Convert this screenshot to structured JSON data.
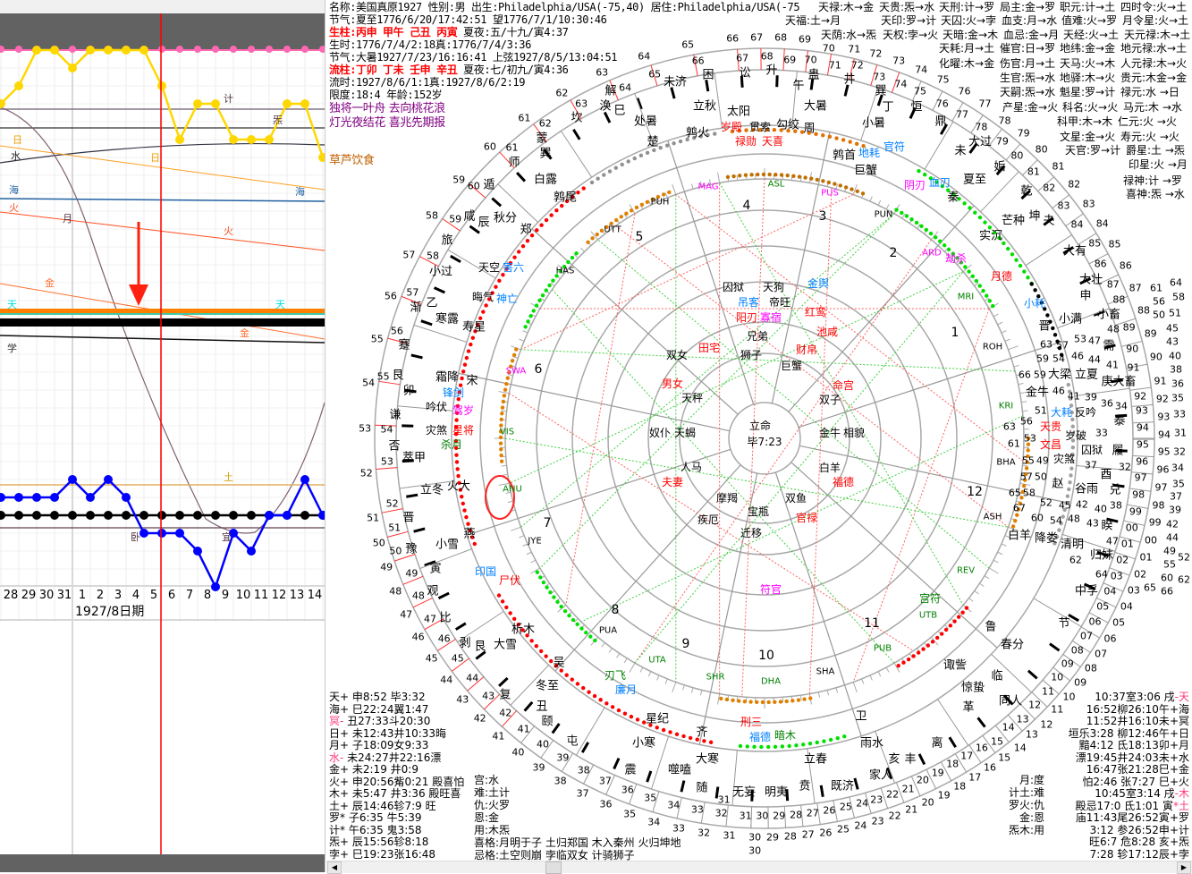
{
  "timeline": {
    "day_labels": [
      "28",
      "29",
      "30",
      "31",
      "1",
      "2",
      "3",
      "4",
      "5",
      "6",
      "7",
      "8",
      "9",
      "10",
      "11",
      "12",
      "13",
      "14"
    ],
    "axis_title": "1927/8日期",
    "yellow_series": [
      -3,
      -2,
      0,
      0,
      -1,
      0,
      0,
      0,
      0,
      -2,
      -5,
      -3,
      -3,
      -5,
      -5,
      -5,
      -3,
      -3,
      -6
    ],
    "blue_series": [
      0,
      0,
      0,
      0,
      1,
      0,
      1,
      0,
      -2,
      -2,
      -2,
      -3,
      -5,
      -2,
      -3,
      -1,
      -1,
      1,
      -1
    ],
    "current_day": "6",
    "line_labels": [
      "计",
      "炁",
      "水",
      "日",
      "日",
      "海",
      "海",
      "火",
      "月",
      "火",
      "金",
      "天",
      "天",
      "金",
      "土",
      "宜",
      "卧",
      "学"
    ],
    "colors": {
      "pink": "#ff69b4",
      "yellow": "#ffd700",
      "blue": "#0000ff",
      "black": "#000000",
      "red": "#ff0000",
      "orange": "#ff8000",
      "cyan": "#00e0e0"
    }
  },
  "info": {
    "name_line": "名称:美国真原1927 性别:男 出生:Philadelphia/USA(-75,40) 居住:Philadelphia/USA(-75",
    "solar_term_birth": "节气:夏至1776/6/20/17:42:51 望1776/7/1/10:30:46",
    "birth_pillars": "生柱:丙申 甲午 己丑 丙寅",
    "birth_pillars_extra": " 夏夜:五/十九/寅4:37",
    "birth_time": "生时:1776/7/4/2:18真:1776/7/4/3:36",
    "solar_term_flow": "节气:大暑1927/7/23/16:16:41 上弦1927/8/5/13:04:51",
    "flow_pillars": "流柱:丁卯 丁未 壬申 辛丑",
    "flow_pillars_extra": " 夏夜:七/初九/寅4:36",
    "flow_time": "流时:1927/8/6/1:1真:1927/8/6/2:19",
    "limit_age": "限度:18:4 年龄:152岁",
    "poem": [
      "独将一叶舟  去向桃花浪",
      "灯光夜结花  喜兆先期报"
    ],
    "note": "草芦饮食"
  },
  "star_table": [
    [
      "天福:土→月",
      "天禄:木→金",
      "天贵:炁→水",
      "天刑:计→罗",
      "局主:金→罗",
      "职元:计→土",
      "四时令:火→土"
    ],
    [
      "",
      "天荫:水→炁",
      "天印:罗→计",
      "天囚:火→孛",
      "血支:月→水",
      "值难:火→罗",
      "月令星:火→土"
    ],
    [
      "",
      "",
      "天权:孛→火",
      "天暗:金→木",
      "血忌:金→月",
      "天经:火→土",
      "天元禄:木→土"
    ],
    [
      "",
      "",
      "",
      "天耗:月→土",
      "催官:日→罗",
      "地纬:金→金",
      "地元禄:水→土"
    ],
    [
      "",
      "",
      "",
      "化曜:木→金",
      "伤官:月→土",
      "天马:火→木",
      "人元禄:木→火"
    ],
    [
      "",
      "",
      "",
      "",
      "生官:炁→水",
      "地驿:木→火",
      "贵元:木金→金"
    ],
    [
      "",
      "",
      "",
      "",
      "天嗣:炁→水",
      "魁星:罗→计",
      "禄元:水 →日"
    ],
    [
      "",
      "",
      "",
      "",
      "产星:金→火",
      "科名:火→火",
      "马元:木 →水"
    ],
    [
      "",
      "",
      "",
      "",
      "",
      "科甲:木→木",
      "仁元:火 →火"
    ],
    [
      "",
      "",
      "",
      "",
      "",
      "文星:金→火",
      "寿元:火 →火"
    ],
    [
      "",
      "",
      "",
      "",
      "",
      "天官:罗→计",
      "爵星:土 →炁"
    ],
    [
      "",
      "",
      "",
      "",
      "",
      "",
      "印星:火 →月"
    ],
    [
      "",
      "",
      "",
      "",
      "",
      "",
      "禄神:计 →罗"
    ],
    [
      "",
      "",
      "",
      "",
      "",
      "",
      "喜神:炁 →水"
    ]
  ],
  "planets_left": [
    {
      "sym": "天+",
      "text": " 申8:52 毕3:32",
      "pink": false
    },
    {
      "sym": "海+",
      "text": " 巳22:24翼1:47",
      "pink": false
    },
    {
      "sym": "冥-",
      "text": " 丑27:33斗20:30",
      "pink": true
    },
    {
      "sym": "日+",
      "text": " 未12:43井10:33晦",
      "pink": false
    },
    {
      "sym": "月+",
      "text": " 子18:09女9:33",
      "pink": false
    },
    {
      "sym": "水-",
      "text": " 未24:27井22:16漂",
      "pink": true
    },
    {
      "sym": "金+",
      "text": " 未2:19 井0:9",
      "pink": false
    },
    {
      "sym": "火+",
      "text": " 申20:56觜0:21 殿喜怕",
      "pink": false
    },
    {
      "sym": "木+",
      "text": " 未5:47 井3:36 殿旺喜",
      "pink": false
    },
    {
      "sym": "土+",
      "text": " 辰14:46轸7:9  旺",
      "pink": false
    },
    {
      "sym": "罗*",
      "text": " 子6:35 牛5:39",
      "pink": false
    },
    {
      "sym": "计*",
      "text": " 午6:35 鬼3:58",
      "pink": false
    },
    {
      "sym": "炁+",
      "text": " 辰15:56轸8:18",
      "pink": false
    },
    {
      "sym": "孛+",
      "text": " 巳19:23张16:48",
      "pink": false
    }
  ],
  "relations_left": [
    "宫:水",
    "难:土计",
    "仇:火罗",
    "恩:金",
    "用:木炁"
  ],
  "patterns": {
    "good": "喜格:月明于子 土归郑国 木入秦州 火归坤地",
    "bad": "忌格:土空则崩 孛临双女 计骑狮子"
  },
  "relations_right": [
    "月:度",
    "计土:难",
    "罗火:仇",
    "金:恩",
    "炁木:用"
  ],
  "planets_right": [
    {
      "text": "10:37室3:06 戌",
      "sym": "-天",
      "pink": true
    },
    {
      "text": "16:52柳26:10午",
      "sym": "+海",
      "pink": false
    },
    {
      "text": "11:52井16:10未",
      "sym": "+冥",
      "pink": false
    },
    {
      "text": "垣乐3:28 柳12:46午",
      "sym": "+日",
      "pink": false
    },
    {
      "text": "黯4:12 氐18:13卯",
      "sym": "+月",
      "pink": false
    },
    {
      "text": "漂19:45井24:03未",
      "sym": "+水",
      "pink": false
    },
    {
      "text": "16:47张21:28巳",
      "sym": "+金",
      "pink": false
    },
    {
      "text": "怕2:46 张7:27 巳",
      "sym": "+火",
      "pink": false
    },
    {
      "text": "10:45室3:14 戌",
      "sym": "-木",
      "pink": true
    },
    {
      "text": "殿忌17:0 氐1:01 寅",
      "sym": "*土",
      "pink": true
    },
    {
      "text": "庙11:43尾26:52寅",
      "sym": "+罗",
      "pink": false
    },
    {
      "text": "3:12 参26:52申",
      "sym": "+计",
      "pink": false
    },
    {
      "text": "旺6:7 危8:28 亥",
      "sym": "+炁",
      "pink": false
    },
    {
      "text": "7:28 轸17:12辰",
      "sym": "+孛",
      "pink": false
    }
  ],
  "wheel": {
    "degree_ring": {
      "from": 30,
      "to": 166
    },
    "center": [
      "立命",
      "毕7:23"
    ],
    "house_numbers": [
      "1",
      "2",
      "3",
      "4",
      "5",
      "6",
      "7",
      "8",
      "9",
      "10",
      "11",
      "12"
    ],
    "mansion_codes": [
      "MAG",
      "ASL",
      "PUS",
      "PUN",
      "ARD",
      "MRI",
      "ROH",
      "KRI",
      "BHA",
      "ASH",
      "REV",
      "UTB",
      "PUB",
      "SHA",
      "DHA",
      "SHR",
      "UTA",
      "PUA",
      "JYE",
      "ANU",
      "VIS",
      "SWA",
      "HAS",
      "UTT",
      "PUH"
    ],
    "outer_labels": [
      "解",
      "未济",
      "困",
      "讼",
      "升",
      "午",
      "蛊",
      "井",
      "巽",
      "丁",
      "恒",
      "鼎",
      "大过",
      "未",
      "姤",
      "夏至",
      "乾",
      "秦",
      "芒种",
      "坤",
      "夬",
      "实沉",
      "大有",
      "大壮",
      "申",
      "小满",
      "小畜",
      "晋",
      "需",
      "大梁",
      "立夏",
      "庚大畜",
      "金牛",
      "泰",
      "履",
      "酉",
      "兑",
      "赵",
      "谷雨",
      "睽",
      "白羊",
      "降娄",
      "清明",
      "归妹",
      "中孚",
      "节",
      "鲁",
      "春分",
      "临",
      "同人",
      "惊蛰",
      "诹訾",
      "革",
      "卫",
      "雨水",
      "亥",
      "丰",
      "离",
      "家人",
      "既济",
      "立春",
      "贲",
      "明夷",
      "无妄",
      "随",
      "噬嗑",
      "大寒",
      "齐",
      "震",
      "屯",
      "小寒",
      "星纪",
      "颐",
      "丑",
      "复",
      "冬至",
      "吴",
      "大雪",
      "剥",
      "艮",
      "析木",
      "比",
      "观",
      "寅",
      "小雪",
      "燕",
      "豫",
      "晋",
      "立冬",
      "火大",
      "萃甲",
      "否",
      "谦",
      "卯",
      "艮",
      "霜降",
      "宋",
      "蹇",
      "寒露",
      "寿星",
      "乙",
      "渐",
      "小过",
      "旅",
      "咸",
      "辰",
      "秋分",
      "郑",
      "遁",
      "白露",
      "师",
      "巽",
      "鹑尾",
      "蒙",
      "坎",
      "涣",
      "巳",
      "处暑",
      "立秋",
      "太阳",
      "楚",
      "鹑火",
      "周",
      "大暑",
      "勾绞",
      "小暑",
      "鹑首",
      "巨蟹"
    ],
    "palaces": [
      "兄弟",
      "田宅",
      "财帛",
      "命宫",
      "男女",
      "奴仆",
      "相貌",
      "夫妻",
      "疾厄",
      "迁移",
      "官禄",
      "福德"
    ],
    "signs": [
      "巨蟹",
      "狮子",
      "双女",
      "天秤",
      "天蝎",
      "人马",
      "摩羯",
      "宝瓶",
      "双鱼",
      "白羊",
      "金牛",
      "双子"
    ],
    "stars": [
      "岁殿",
      "贯索",
      "禄勋",
      "天喜",
      "地耗",
      "官符",
      "阴刃",
      "血刃",
      "劫杀",
      "月德",
      "小耗",
      "大耗",
      "天贵",
      "文昌",
      "岁破",
      "灾煞",
      "反吟",
      "囚狱",
      "锋剑",
      "驾岁",
      "星将",
      "杀月",
      "天空",
      "害六",
      "晦气",
      "神亡",
      "印国",
      "尸伏",
      "吟伏",
      "灾煞",
      "囚狱",
      "天狗",
      "吊客",
      "帝旺",
      "阳刃",
      "寡宿",
      "金舆",
      "红鸾",
      "池咸",
      "刑三",
      "福德",
      "暗木",
      "宫符",
      "廉月",
      "刃飞",
      "符官"
    ],
    "colors": {
      "red": "#ff0000",
      "blue": "#0080ff",
      "magenta": "#ff00ff",
      "green": "#008000",
      "orange": "#e08000",
      "gray": "#888888",
      "lime": "#00e000"
    }
  },
  "scrollbar": {
    "left_arrow": "◀",
    "right_arrow": "▶"
  }
}
